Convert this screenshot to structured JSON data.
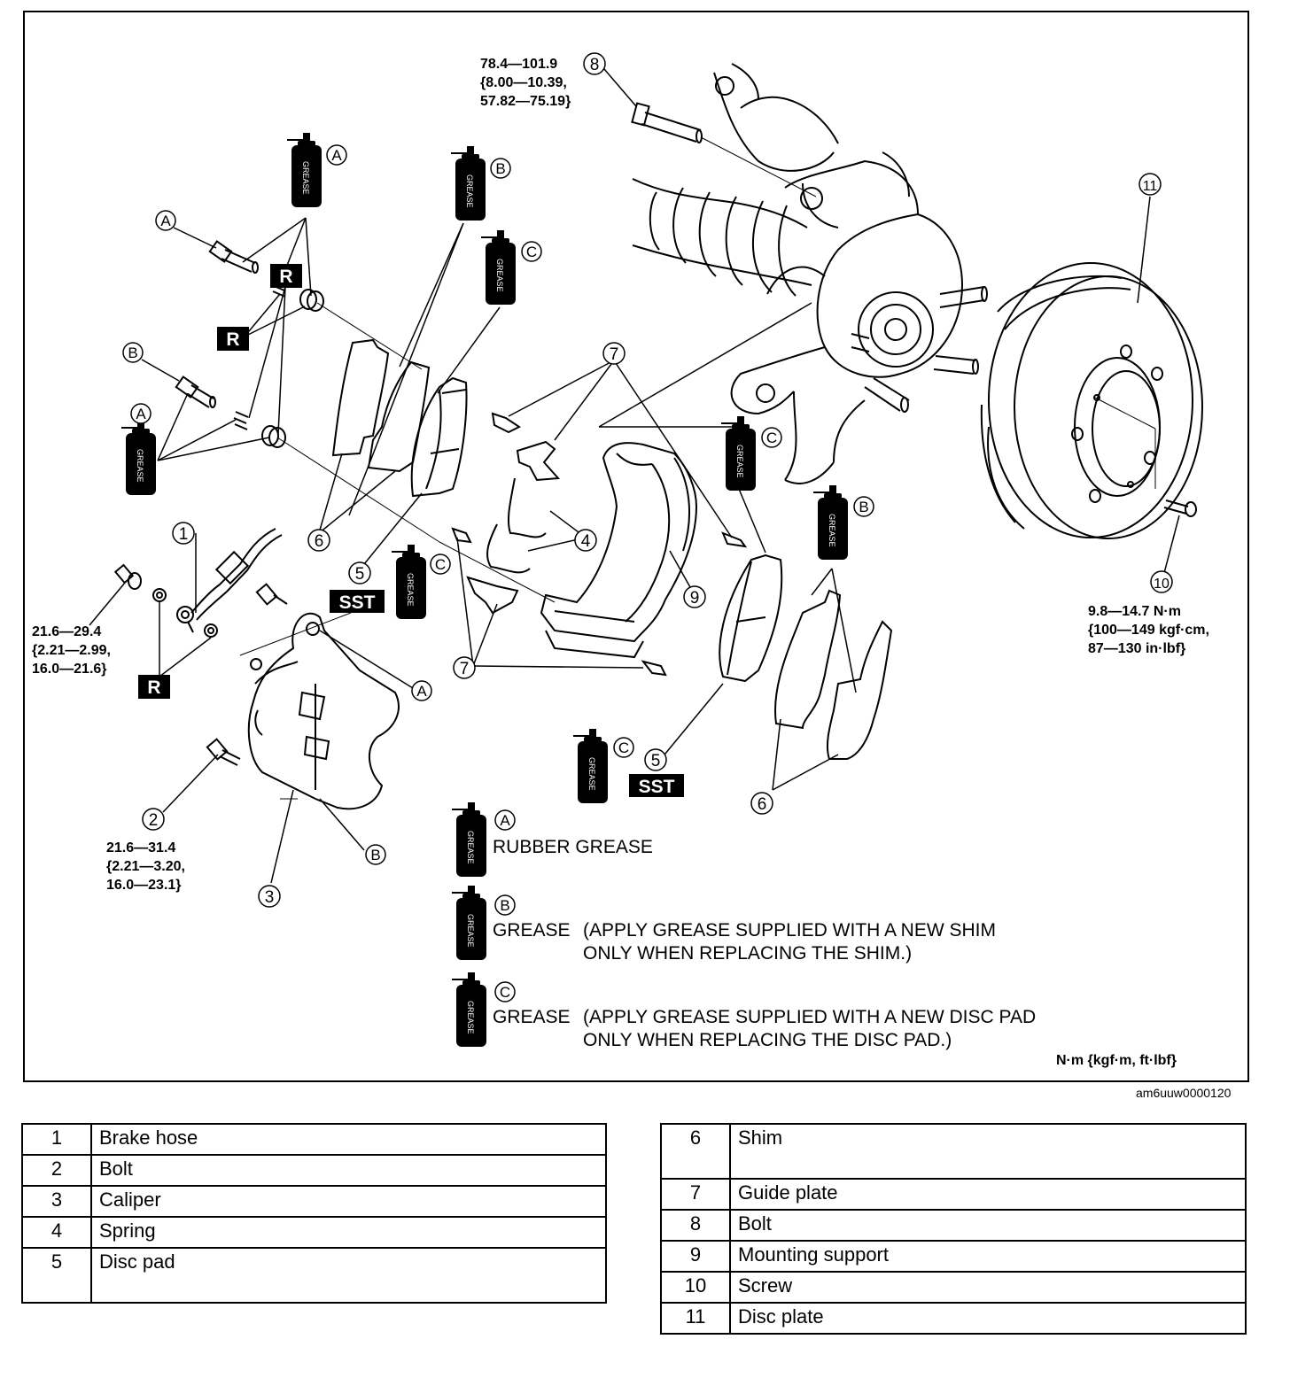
{
  "diagram": {
    "torques": {
      "bolt8": [
        "78.4—101.9",
        "{8.00—10.39,",
        "57.82—75.19}"
      ],
      "hose1": [
        "21.6—29.4",
        "{2.21—2.99,",
        "16.0—21.6}"
      ],
      "bolt2": [
        "21.6—31.4",
        "{2.21—3.20,",
        "16.0—23.1}"
      ],
      "screw10": [
        "9.8—14.7 N·m",
        "{100—149 kgf·cm,",
        "87—130 in·lbf}"
      ]
    },
    "callouts": {
      "n1": "1",
      "n2": "2",
      "n3": "3",
      "n4": "4",
      "n5": "5",
      "n6": "6",
      "n7": "7",
      "n8": "8",
      "n9": "9",
      "n10": "10",
      "n11": "11"
    },
    "letters": {
      "a": "A",
      "b": "B",
      "c": "C"
    },
    "marks": {
      "r": "R",
      "sst": "SST",
      "grease": "GREASE"
    },
    "notes": {
      "a_text": "RUBBER GREASE",
      "b_word": "GREASE",
      "b_text": [
        "(APPLY GREASE SUPPLIED WITH A NEW SHIM",
        "ONLY WHEN REPLACING THE SHIM.)"
      ],
      "c_word": "GREASE",
      "c_text": [
        "(APPLY GREASE SUPPLIED WITH A NEW DISC PAD",
        "ONLY WHEN REPLACING THE DISC PAD.)"
      ]
    },
    "unit_note": "N·m {kgf·m, ft·lbf}",
    "figure_id": "am6uuw0000120"
  },
  "parts_left": [
    {
      "num": "1",
      "name": "Brake hose"
    },
    {
      "num": "2",
      "name": "Bolt"
    },
    {
      "num": "3",
      "name": "Caliper"
    },
    {
      "num": "4",
      "name": "Spring"
    },
    {
      "num": "5",
      "name": "Disc pad"
    }
  ],
  "parts_right": [
    {
      "num": "6",
      "name": "Shim"
    },
    {
      "num": "7",
      "name": "Guide plate"
    },
    {
      "num": "8",
      "name": "Bolt"
    },
    {
      "num": "9",
      "name": "Mounting support"
    },
    {
      "num": "10",
      "name": "Screw"
    },
    {
      "num": "11",
      "name": "Disc plate"
    }
  ]
}
